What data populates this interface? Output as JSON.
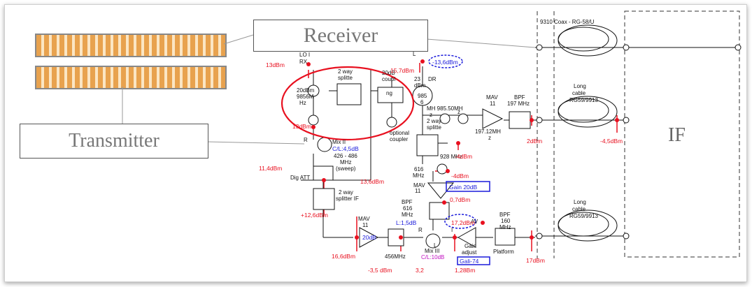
{
  "blocks": {
    "receiver": "Receiver",
    "transmitter": "Transmitter",
    "if": "IF"
  },
  "cables": {
    "top": "9310 Coax - RG-58/U",
    "long1_a": "Long",
    "long1_b": "cable",
    "long1_c": "RG59/9913",
    "long2_a": "Long",
    "long2_b": "cable",
    "long2_c": "RG59/9913"
  },
  "components": {
    "lo": "LO I",
    "rx": "RX",
    "splitter1_a": "2 way",
    "splitter1_b": "splitte",
    "coupler_a": "20dB",
    "coupler_b": "coupl",
    "coupler_c": "ng",
    "freq_a": "20dBm",
    "freq_b": "9856M",
    "freq_c": "Hz",
    "dro_a": "23",
    "dro_b": "dBm",
    "dro_c": "DR",
    "dro_d": "985",
    "dro_e": "6",
    "mhz_a": "MH 985.50MH",
    "mhz_b": "z",
    "mhz_c": "z",
    "mav1_a": "MAV",
    "mav1_b": "11",
    "bpf1_a": "BPF",
    "bpf1_b": "197 MHz",
    "freq197_a": "197.12MH",
    "freq197_b": "z",
    "splitter2_a": "2 way",
    "splitter2_b": "splitte",
    "opt_a": "optional",
    "opt_b": "coupler",
    "f928": "928 MHz",
    "mix2_a": "Mix II",
    "mix2_b": "C/L:4,5dB",
    "mix2_c": "426 - 486",
    "mix2_d": "MHz",
    "mix2_e": "(sweep)",
    "digatt": "Dig ATT",
    "f616_a": "616",
    "f616_b": "MHz",
    "mav2": "MAV",
    "mav2b": "11",
    "gain": "Gain 20dB",
    "splitter3_a": "2 way",
    "splitter3_b": "splitter IF",
    "bpf2_a": "BPF",
    "bpf2_b": "616",
    "bpf2_c": "MHz",
    "bpf2_d": "L:1,5dB",
    "mav3_a": "MAV",
    "mav3_b": "11",
    "mav3_gain": "20dB",
    "f456": "456MHz",
    "mix3_a": "Mix III",
    "mix3_b": "C/L:10dB",
    "mav4": "AV",
    "gainadj_a": "Gain",
    "gainadj_b": "adjust",
    "gali": "Gali-74",
    "bpf3_a": "BPF",
    "bpf3_b": "160",
    "bpf3_c": "MHz",
    "platform": "Platform",
    "r1": "R",
    "r2": "R",
    "l1": "L",
    "l2": "L",
    "i1": "I"
  },
  "levels": {
    "p13a": "13dBm",
    "p157": "15,7dBm",
    "p136": "-13,6dBm",
    "p13b": "13dBm",
    "pm4a": "-4dBm",
    "p2": "2dBm",
    "pm45": "-4,5dBm",
    "pm4b": "-4dBm",
    "p114": "11,4dBm",
    "p136b": "13,6dBm",
    "p07": "0,7dBm",
    "p126": "+12,6dBm",
    "p172": "17,2dBm",
    "p166": "16,6dBm",
    "pm35": "-3,5 dBm",
    "p32": "3,2",
    "p128": "1,28Bm",
    "p17": "17dBm"
  },
  "colors": {
    "annotation": "#e8101f",
    "highlight_blue": "#1a1adb",
    "wire": "#111111"
  }
}
